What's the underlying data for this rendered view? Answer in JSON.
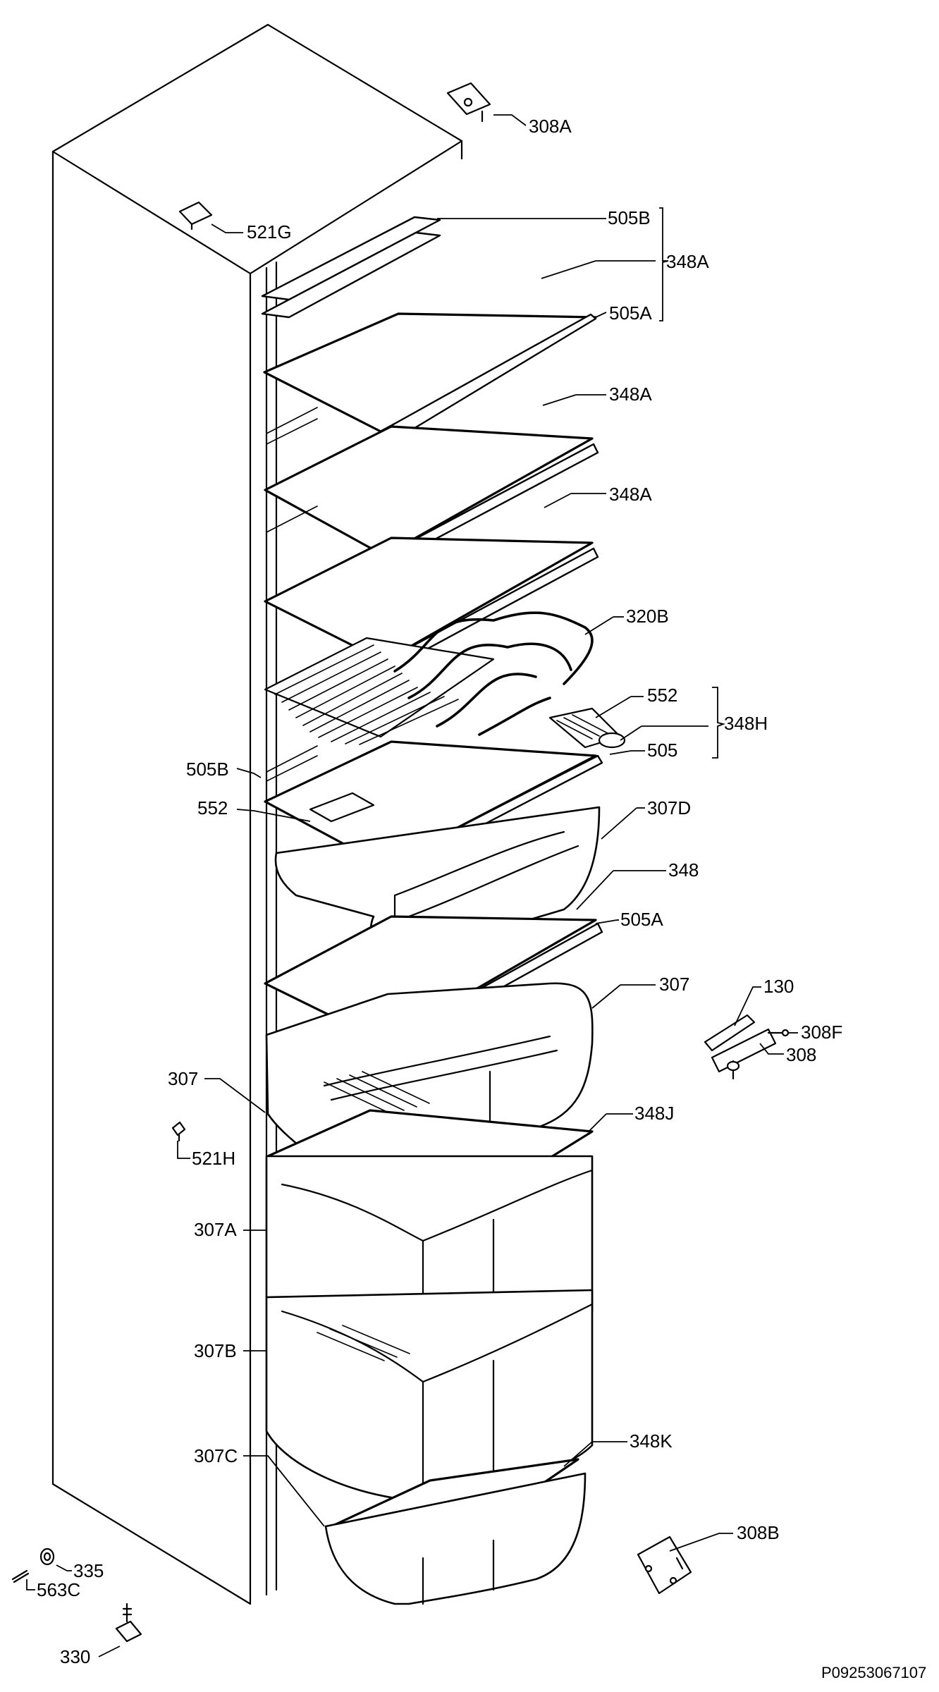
{
  "callouts": {
    "p308A": "308A",
    "p521G": "521G",
    "p505B_top": "505B",
    "p348A_bracket": "348A",
    "p505A_top": "505A",
    "p348A_2": "348A",
    "p348A_3": "348A",
    "p320B": "320B",
    "p552_top": "552",
    "p348H": "348H",
    "p505": "505",
    "p505B_left": "505B",
    "p552_left": "552",
    "p307D": "307D",
    "p348": "348",
    "p505A_mid": "505A",
    "p307_right": "307",
    "p130": "130",
    "p308F": "308F",
    "p308": "308",
    "p307_left": "307",
    "p348J": "348J",
    "p521H": "521H",
    "p307A": "307A",
    "p307B": "307B",
    "p307C": "307C",
    "p348K": "348K",
    "p308B": "308B",
    "p335": "335",
    "p563C": "563C",
    "p330": "330"
  },
  "drawing_code": "P09253067107"
}
